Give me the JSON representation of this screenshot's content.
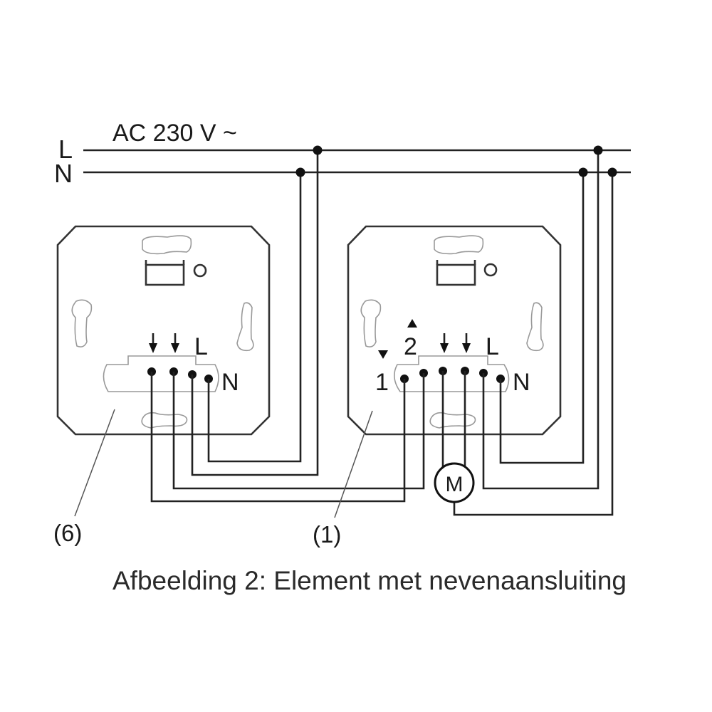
{
  "diagram": {
    "supply_label": "AC 230 V ~",
    "line_labels": {
      "L": "L",
      "N": "N"
    },
    "left_unit": {
      "reference": "(6)",
      "terminals": [
        "↓",
        "↓",
        "L",
        "N"
      ],
      "label_L": "L",
      "label_N": "N"
    },
    "right_unit": {
      "reference": "(1)",
      "terminals": [
        "1",
        "2",
        "↓",
        "↓",
        "L",
        "N"
      ],
      "label_1": "1",
      "label_2": "2",
      "label_L": "L",
      "label_N": "N"
    },
    "motor_label": "M",
    "caption": "Afbeelding 2: Element met nevenaansluiting"
  }
}
